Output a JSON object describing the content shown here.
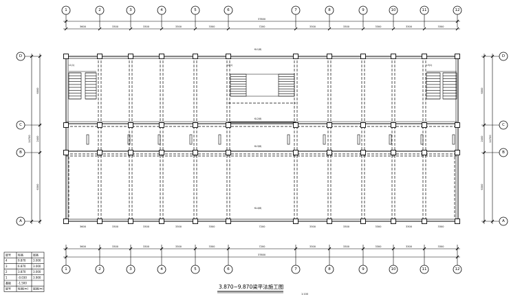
{
  "plan_title": "3.870~9.870梁平法施工图",
  "scale": "1:100",
  "axes_x": [
    "1",
    "2",
    "3",
    "4",
    "5",
    "6",
    "7",
    "8",
    "9",
    "10",
    "11",
    "12"
  ],
  "axes_y": [
    "D",
    "C",
    "B",
    "A"
  ],
  "dims_top": [
    "3600",
    "3300",
    "3300",
    "3300",
    "3300",
    "7200",
    "3300",
    "3300",
    "3300",
    "3300",
    "3300"
  ],
  "dim_total_top": "37800",
  "dims_bottom": [
    "3600",
    "3300",
    "3300",
    "3300",
    "3300",
    "7200",
    "3300",
    "3300",
    "3300",
    "3300",
    "3300"
  ],
  "dim_total_bottom": "37800",
  "dims_left": [
    "6000",
    "2400",
    "6300"
  ],
  "dim_total_left": "14700",
  "dims_right": [
    "6000",
    "2400",
    "6300"
  ],
  "dim_total_right": "14700",
  "beam_labels": [
    "KL1(8)",
    "KL2(8)",
    "KL3(8)",
    "KL4(8)",
    "L1(1)",
    "L2(1)",
    "L3(1)"
  ],
  "floor_table": {
    "header": [
      "层号",
      "标高",
      "层高"
    ],
    "rows": [
      [
        "4",
        "9.870",
        "3.000"
      ],
      [
        "3",
        "6.870",
        "3.000"
      ],
      [
        "2",
        "3.870",
        "3.000"
      ],
      [
        "1",
        "-0.030",
        "3.900"
      ],
      [
        "基础",
        "-1.500",
        ""
      ],
      [
        "层号",
        "标高(m)",
        "层高(m)"
      ]
    ]
  }
}
